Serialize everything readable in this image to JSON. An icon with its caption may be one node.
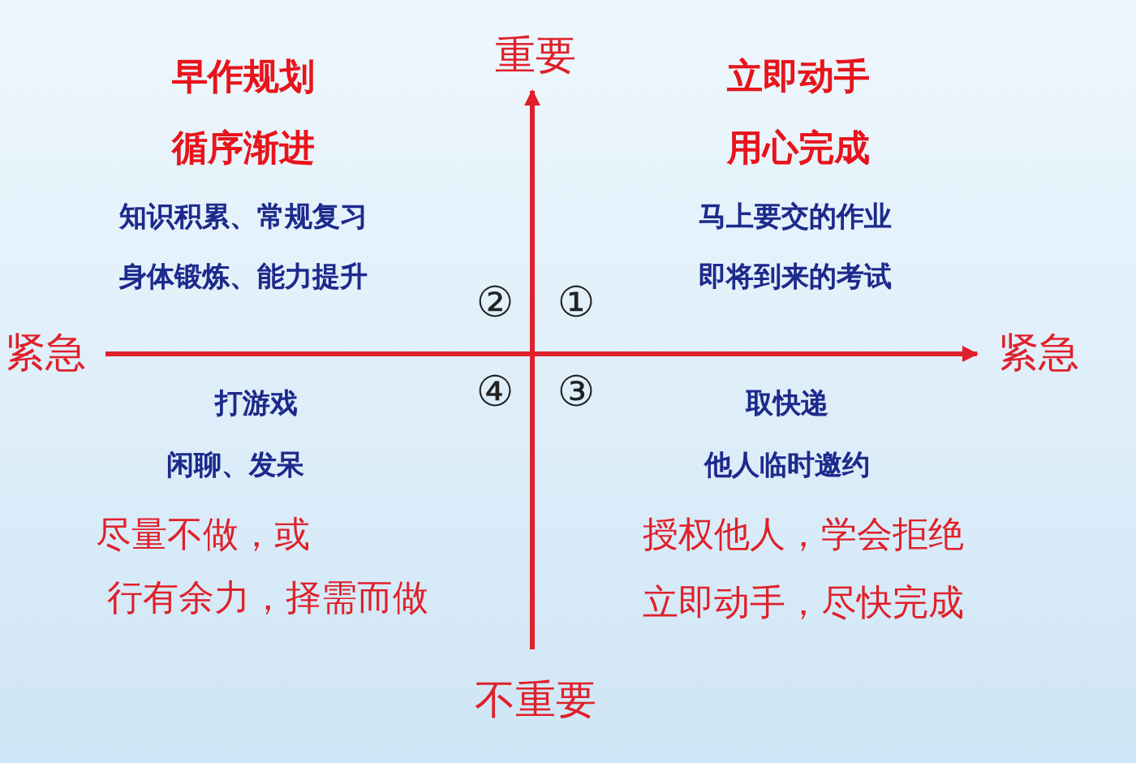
{
  "diagram": {
    "labels": [
      "重要",
      "早作规划",
      "循序渐进",
      "立即动手",
      "用心完成",
      "知识积累、常规复习",
      "马上要交的作业",
      "身体锻炼、能力提升",
      "即将到来的考试",
      "②",
      "①",
      "紧急",
      "紧急",
      "打游戏",
      "④",
      "③",
      "取快递",
      "闲聊、发呆",
      "他人临时邀约",
      "尽量不做，或",
      "授权他人，学会拒绝",
      "行有余力，择需而做",
      "立即动手，尽快完成",
      "不重要"
    ]
  }
}
